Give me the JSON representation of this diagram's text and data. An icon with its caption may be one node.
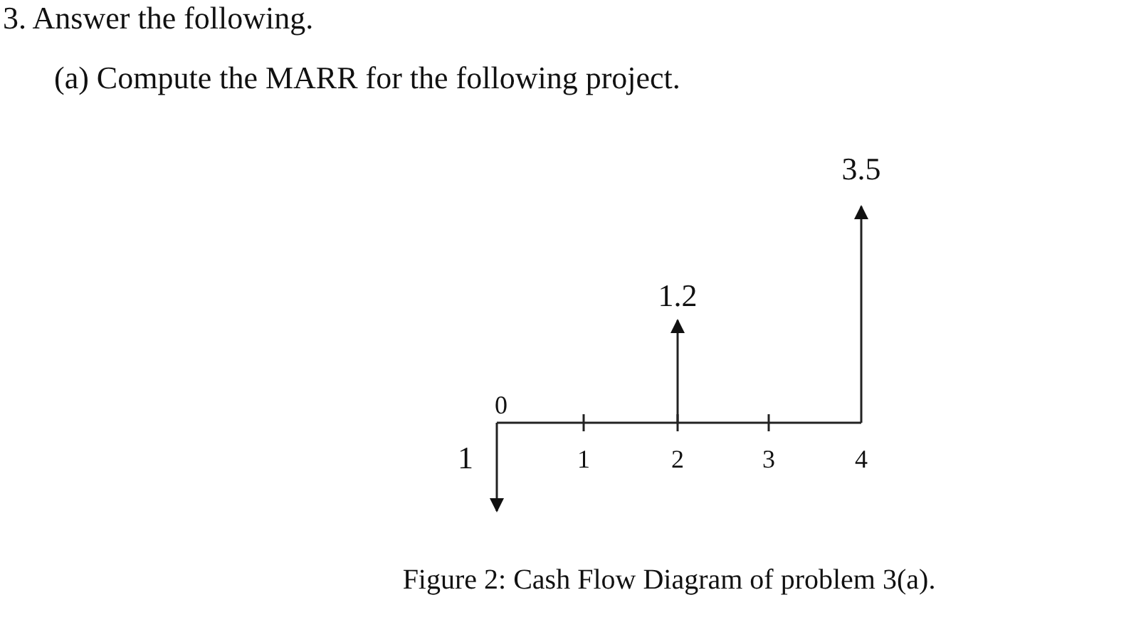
{
  "diagram": {
    "title": "3. Answer the following.",
    "caption": "Figure 2: Cash Flow Diagram of problem 3(a).",
    "labels": [
      "(a) Compute the MARR for the following project.",
      "3.5",
      "1.2",
      "0",
      "1",
      "1",
      "2",
      "3",
      "4"
    ]
  }
}
